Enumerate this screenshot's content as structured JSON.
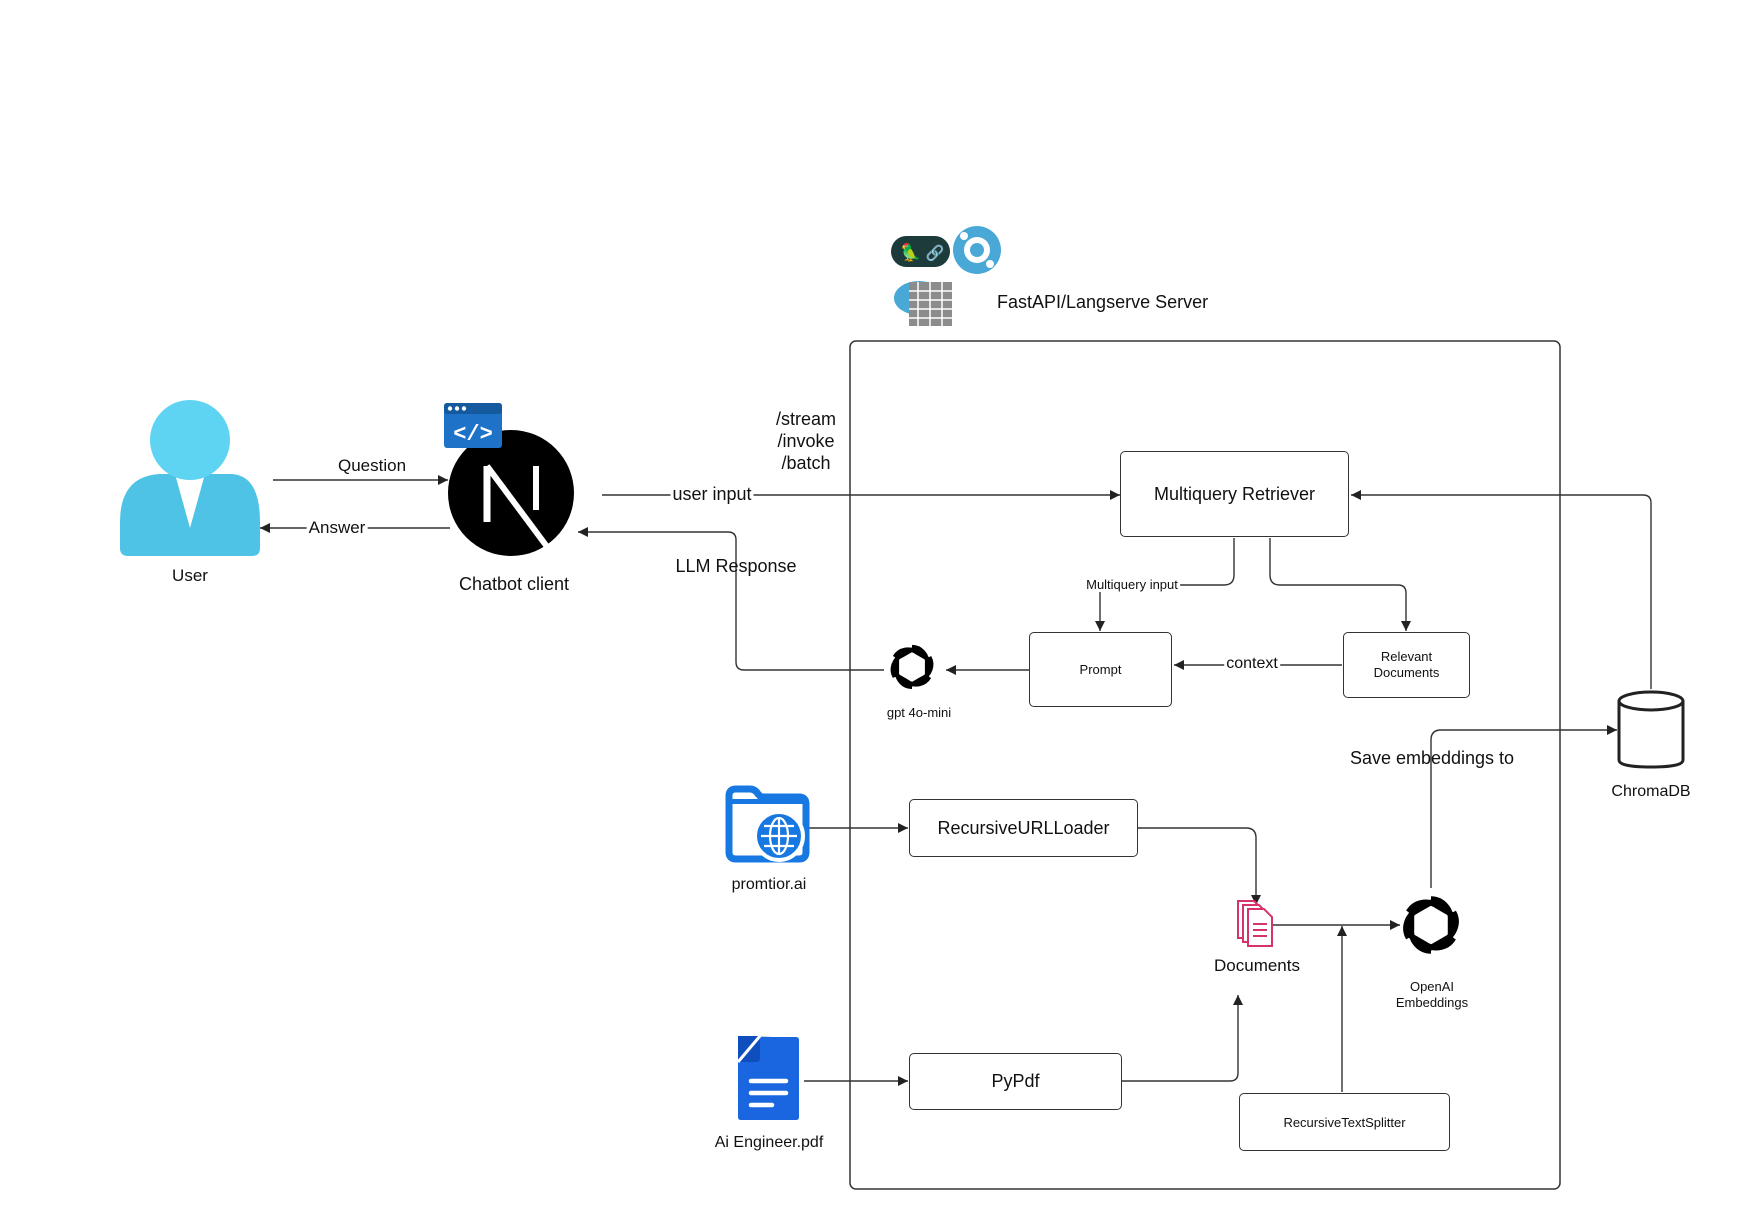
{
  "server": {
    "title": "FastAPI/Langserve Server"
  },
  "user": {
    "label": "User"
  },
  "client": {
    "label": "Chatbot client"
  },
  "edges": {
    "question": "Question",
    "answer": "Answer",
    "endpoint_stream": "/stream",
    "endpoint_invoke": "/invoke",
    "endpoint_batch": "/batch",
    "user_input": "user input",
    "llm_response": "LLM Response",
    "multiquery_input": "Multiquery input",
    "context": "context",
    "save_embeddings": "Save embeddings to"
  },
  "nodes": {
    "multiquery_retriever": "Multiquery Retriever",
    "prompt": "Prompt",
    "relevant_documents_line1": "Relevant",
    "relevant_documents_line2": "Documents",
    "gpt": "gpt 4o-mini",
    "chromadb": "ChromaDB",
    "recursive_url_loader": "RecursiveURLLoader",
    "promtior": "promtior.ai",
    "documents": "Documents",
    "openai_embeddings_line1": "OpenAI",
    "openai_embeddings_line2": "Embeddings",
    "pypdf": "PyPdf",
    "ai_engineer_pdf": "Ai Engineer.pdf",
    "recursive_text_splitter": "RecursiveTextSplitter"
  },
  "colors": {
    "user": "#4fc3e6",
    "client": "#000000",
    "web_icon": "#1e73c8",
    "globe_icon": "#1678e0",
    "pdf_icon": "#1a66e0",
    "documents_icon": "#d6336c",
    "server_icons": "#4aa8d6"
  }
}
